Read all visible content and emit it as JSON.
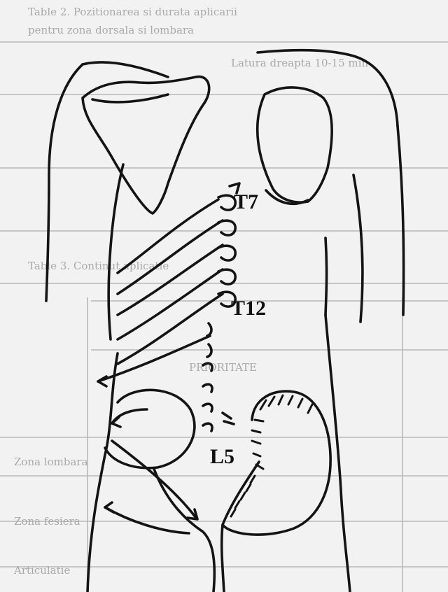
{
  "diagram": {
    "labels": {
      "t7": "T7",
      "t12": "T12",
      "l5": "L5"
    },
    "background_text": {
      "line1": "Table 2. Pozitionarea si durata aplicarii",
      "line2": "pentru zona dorsala si lombara",
      "line3": "Latura dreapta 10-15 min",
      "line4": "Table 3. Continut aplicatie",
      "line5": "PRIORITATE",
      "line6": "Zona lombara",
      "line7": "Zona fesiera",
      "line8": "Articulatie"
    },
    "colors": {
      "ink": "#141414",
      "paper": "#f2f2f2",
      "ghost": "#a9a9a9"
    }
  }
}
